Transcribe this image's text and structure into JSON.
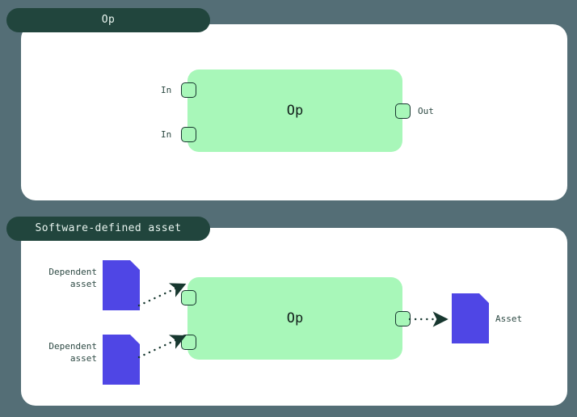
{
  "page": {
    "background_color": "#546e76"
  },
  "panels": [
    {
      "id": "op",
      "tab_label": "Op",
      "node_label": "Op",
      "tab_color": "#21453d",
      "panel_color": "#ffffff",
      "node_color": "#a8f7b9",
      "ports": {
        "inputs": [
          {
            "label": "In"
          },
          {
            "label": "In"
          }
        ],
        "outputs": [
          {
            "label": "Out"
          }
        ]
      }
    },
    {
      "id": "software-defined-asset",
      "tab_label": "Software-defined asset",
      "node_label": "Op",
      "tab_color": "#21453d",
      "panel_color": "#ffffff",
      "node_color": "#a8f7b9",
      "asset_color": "#4f46e5",
      "inputs": [
        {
          "label": "Dependent\nasset"
        },
        {
          "label": "Dependent\nasset"
        }
      ],
      "outputs": [
        {
          "label": "Asset"
        }
      ]
    }
  ],
  "icons": {
    "document": "document-icon",
    "arrow": "dotted-arrow-icon"
  }
}
